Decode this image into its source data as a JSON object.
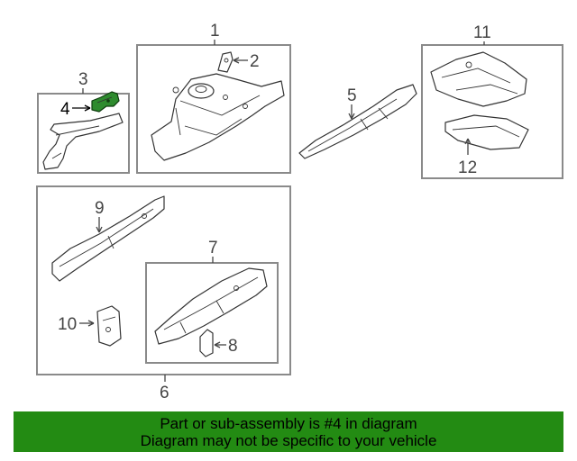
{
  "callouts": {
    "c1": "1",
    "c2": "2",
    "c3": "3",
    "c4": "4",
    "c5": "5",
    "c6": "6",
    "c7": "7",
    "c8": "8",
    "c9": "9",
    "c10": "10",
    "c11": "11",
    "c12": "12"
  },
  "highlight": {
    "callout": "4",
    "color": "#2e8b2e"
  },
  "banner": {
    "line1": "Part or sub-assembly is #4 in diagram",
    "line2": "Diagram may not be specific to your vehicle",
    "color": "#238b13"
  }
}
